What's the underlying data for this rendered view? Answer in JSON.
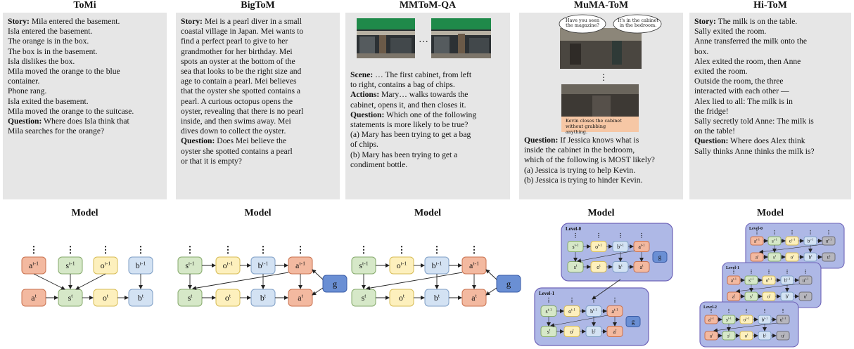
{
  "columns": [
    {
      "title": "ToMi",
      "lines": [
        [
          [
            "b",
            "Story:"
          ],
          [
            "t",
            " Mila entered the basement."
          ]
        ],
        [
          [
            "t",
            "Isla entered the basement."
          ]
        ],
        [
          [
            "t",
            "The orange is in the box."
          ]
        ],
        [
          [
            "t",
            "The box is in the basement."
          ]
        ],
        [
          [
            "t",
            "Isla dislikes the box."
          ]
        ],
        [
          [
            "t",
            "Mila moved the orange to the blue"
          ]
        ],
        [
          [
            "t",
            "container."
          ]
        ],
        [
          [
            "t",
            "Phone rang."
          ]
        ],
        [
          [
            "t",
            "Isla exited the basement."
          ]
        ],
        [
          [
            "t",
            "Mila moved the orange to the suitcase."
          ]
        ],
        [
          [
            "b",
            "Question:"
          ],
          [
            "t",
            " Where does Isla think that"
          ]
        ],
        [
          [
            "t",
            "Mila searches for the orange?"
          ]
        ]
      ]
    },
    {
      "title": "BigToM",
      "lines": [
        [
          [
            "b",
            "Story:"
          ],
          [
            "t",
            " Mei is a pearl diver in a small"
          ]
        ],
        [
          [
            "t",
            "coastal village in Japan. Mei wants to"
          ]
        ],
        [
          [
            "t",
            "find a perfect pearl to give to her"
          ]
        ],
        [
          [
            "t",
            "grandmother for her birthday. Mei"
          ]
        ],
        [
          [
            "t",
            "spots an oyster at the bottom of the"
          ]
        ],
        [
          [
            "t",
            "sea that looks to be the right size and"
          ]
        ],
        [
          [
            "t",
            "age to contain a pearl. Mei believes"
          ]
        ],
        [
          [
            "t",
            "that the oyster she spotted contains a"
          ]
        ],
        [
          [
            "t",
            "pearl. A curious octopus opens the"
          ]
        ],
        [
          [
            "t",
            "oyster, revealing that there is no pearl"
          ]
        ],
        [
          [
            "t",
            "inside, and then swims away. Mei"
          ]
        ],
        [
          [
            "t",
            "dives down to collect the oyster."
          ]
        ],
        [
          [
            "b",
            "Question:"
          ],
          [
            "t",
            " Does Mei believe the"
          ]
        ],
        [
          [
            "t",
            "oyster she spotted contains a pearl"
          ]
        ],
        [
          [
            "t",
            "or that it is empty?"
          ]
        ]
      ]
    },
    {
      "title": "MMToM-QA",
      "lines": [
        [
          [
            "b",
            "Scene:"
          ],
          [
            "t",
            " … The first cabinet, from left"
          ]
        ],
        [
          [
            "t",
            "to right, contains a bag of chips."
          ]
        ],
        [
          [
            "b",
            "Actions:"
          ],
          [
            "t",
            " Mary… walks towards the"
          ]
        ],
        [
          [
            "t",
            "cabinet, opens it, and then closes it."
          ]
        ],
        [
          [
            "b",
            "Question:"
          ],
          [
            "t",
            " Which one of the following"
          ]
        ],
        [
          [
            "t",
            "statements is more likely to be true?"
          ]
        ],
        [
          [
            "t",
            "(a) Mary has been trying to get a bag"
          ]
        ],
        [
          [
            "t",
            "of chips."
          ]
        ],
        [
          [
            "t",
            "(b) Mary has been trying to get a"
          ]
        ],
        [
          [
            "t",
            "condiment bottle."
          ]
        ]
      ],
      "dots": "…"
    },
    {
      "title": "MuMA-ToM",
      "lines": [
        [
          [
            "b",
            "Question:"
          ],
          [
            "t",
            " If Jessica knows what is"
          ]
        ],
        [
          [
            "t",
            "inside the cabinet in the bedroom,"
          ]
        ],
        [
          [
            "t",
            "which of the following is MOST likely?"
          ]
        ],
        [
          [
            "t",
            "(a) Jessica is trying to help Kevin."
          ]
        ],
        [
          [
            "t",
            "(b) Jessica is trying to hinder Kevin."
          ]
        ]
      ],
      "bubble1": "Have you seen the magazine?",
      "bubble2": "It's in the cabinet in the bedroom.",
      "caption": "Kevin closes the cabinet without grabbing anything.",
      "dots": "⋮"
    },
    {
      "title": "Hi-ToM",
      "lines": [
        [
          [
            "b",
            "Story:"
          ],
          [
            "t",
            " The milk is on the table."
          ]
        ],
        [
          [
            "t",
            "Sally exited the room."
          ]
        ],
        [
          [
            "t",
            "Anne transferred the milk onto the"
          ]
        ],
        [
          [
            "t",
            "box."
          ]
        ],
        [
          [
            "t",
            "Alex exited the room, then Anne"
          ]
        ],
        [
          [
            "t",
            "exited the room."
          ]
        ],
        [
          [
            "t",
            "Outside the room, the three"
          ]
        ],
        [
          [
            "t",
            "interacted with each other —"
          ]
        ],
        [
          [
            "t",
            "Alex lied to all: The milk is in"
          ]
        ],
        [
          [
            "t",
            "the fridge!"
          ]
        ],
        [
          [
            "t",
            "Sally secretly told Anne: The milk is"
          ]
        ],
        [
          [
            "t",
            "on the table!"
          ]
        ],
        [
          [
            "b",
            "Question:"
          ],
          [
            "t",
            " Where does Alex think"
          ]
        ],
        [
          [
            "t",
            "Sally thinks Anne thinks the milk is?"
          ]
        ]
      ]
    }
  ],
  "model_label": "Model",
  "node_labels": {
    "a_prev": [
      "a",
      "t-1"
    ],
    "s_prev": [
      "s",
      "t-1"
    ],
    "o_prev": [
      "o",
      "t-1"
    ],
    "b_prev": [
      "b",
      "t-1"
    ],
    "a": [
      "a",
      "t"
    ],
    "s": [
      "s",
      "t"
    ],
    "o": [
      "o",
      "t"
    ],
    "b": [
      "b",
      "t"
    ],
    "g": [
      "g",
      ""
    ],
    "u_prev": [
      "u",
      "t-1"
    ],
    "u": [
      "u",
      "t"
    ]
  },
  "vdots": "⋮",
  "levels": {
    "l0": "Level-0",
    "l1": "Level-1",
    "l2": "Level-2"
  },
  "colors": {
    "panel": "#e6e6e6",
    "a_fill": "#f3b9a0",
    "a_stroke": "#c9724f",
    "s_fill": "#d6e8c8",
    "s_stroke": "#86aa6c",
    "o_fill": "#fdf0bd",
    "o_stroke": "#d7bc56",
    "b_fill": "#d3e2f3",
    "b_stroke": "#7f9fc6",
    "g_fill": "#6a8fd4",
    "g_stroke": "#3b5ea8",
    "u_fill": "#b6b6bd",
    "u_stroke": "#6e6e77",
    "level_fill": "#aeb8e6",
    "level_stroke": "#6e63b8"
  }
}
